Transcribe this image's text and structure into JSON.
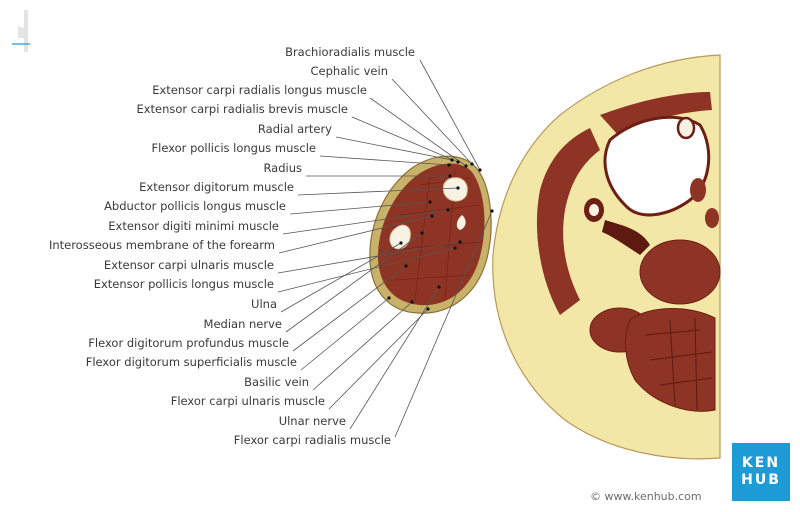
{
  "labels": [
    {
      "id": "brachioradialis",
      "text": "Brachioradialis muscle"
    },
    {
      "id": "cephalic-vein",
      "text": "Cephalic vein"
    },
    {
      "id": "ecrl",
      "text": "Extensor carpi radialis longus muscle"
    },
    {
      "id": "ecrb",
      "text": "Extensor carpi radialis brevis muscle"
    },
    {
      "id": "radial-artery",
      "text": "Radial artery"
    },
    {
      "id": "fpl",
      "text": "Flexor pollicis longus muscle"
    },
    {
      "id": "radius",
      "text": "Radius"
    },
    {
      "id": "ed",
      "text": "Extensor digitorum muscle"
    },
    {
      "id": "apl",
      "text": "Abductor pollicis longus muscle"
    },
    {
      "id": "edm",
      "text": "Extensor digiti minimi muscle"
    },
    {
      "id": "interosseous",
      "text": "Interosseous membrane of the forearm"
    },
    {
      "id": "ecu",
      "text": "Extensor carpi ulnaris muscle"
    },
    {
      "id": "epl",
      "text": "Extensor pollicis longus muscle"
    },
    {
      "id": "ulna",
      "text": "Ulna"
    },
    {
      "id": "median-nerve",
      "text": "Median nerve"
    },
    {
      "id": "fdp",
      "text": "Flexor digitorum profundus muscle"
    },
    {
      "id": "fds",
      "text": "Flexor digitorum superficialis muscle"
    },
    {
      "id": "basilic-vein",
      "text": "Basilic vein"
    },
    {
      "id": "fcu",
      "text": "Flexor carpi ulnaris muscle"
    },
    {
      "id": "ulnar-nerve",
      "text": "Ulnar nerve"
    },
    {
      "id": "fcr",
      "text": "Flexor carpi radialis muscle"
    }
  ],
  "logo": {
    "line1": "KEN",
    "line2": "HUB"
  },
  "copyright": "© www.kenhub.com",
  "colors": {
    "fat": "#f3e7a8",
    "muscle": "#8e3424",
    "muscle_dark": "#6d1f14",
    "bone": "#f7f2e4",
    "brand": "#1d9bd7"
  }
}
